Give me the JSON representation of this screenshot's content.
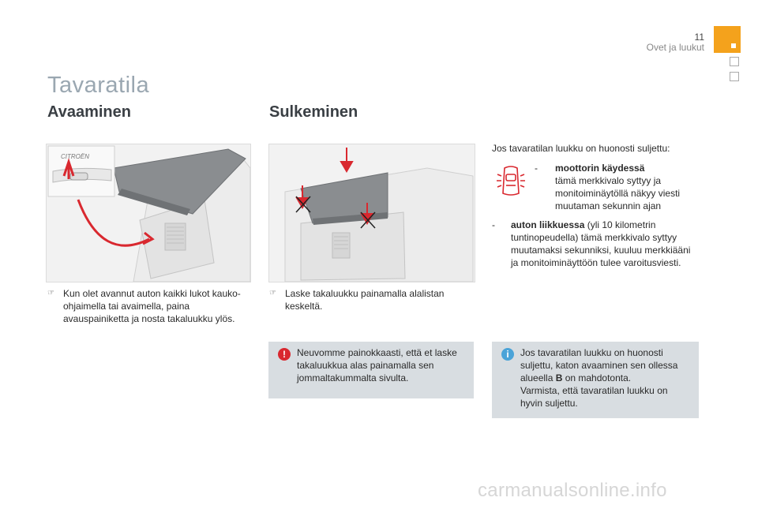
{
  "header": {
    "page_number": "11",
    "chapter": "Ovet ja luukut",
    "accent_color": "#f4a21c"
  },
  "title": "Tavaratila",
  "opening": {
    "heading": "Avaaminen",
    "illustration": "tailgate-opening-illustration",
    "badge_text": "CITROËN",
    "instruction": "Kun olet avannut auton kaikki lukot kauko-ohjaimella tai avaimella, paina avauspainiketta ja nosta takaluukku ylös."
  },
  "closing": {
    "heading": "Sulkeminen",
    "illustration": "tailgate-closing-illustration",
    "instruction": "Laske takaluukku painamalla alalistan keskeltä.",
    "warning": "Neuvomme painokkaasti, että et laske takaluukkua alas painamalla sen jommaltakummalta sivulta."
  },
  "status": {
    "intro": "Jos tavaratilan luukku on huonosti suljettu:",
    "items": [
      {
        "dash": "-",
        "label": "moottorin käydessä",
        "text": "tämä merkkivalo syttyy ja monitoiminäytöllä näkyy viesti muutaman sekunnin ajan"
      },
      {
        "dash": "-",
        "label": "auton liikkuessa",
        "text": " (yli 10 kilometrin tuntinopeudella) tämä merkkivalo syttyy muutamaksi sekunniksi, kuuluu merkkiääni ja monitoiminäyttöön tulee varoitusviesti."
      }
    ],
    "info_line1": "Jos tavaratilan luukku on huonosti suljettu, katon avaaminen sen ollessa alueella ",
    "info_bold": "B",
    "info_line2": " on mahdotonta.",
    "info_line3": "Varmista, että tavaratilan luukku on hyvin suljettu."
  },
  "icons": {
    "bullet": "finger-bullet-icon",
    "warning": "exclamation-icon",
    "info": "info-icon",
    "warning_lamp": "open-boot-warning-lamp-icon"
  },
  "colors": {
    "warning_red": "#d9282f",
    "info_blue": "#4aa3d8",
    "note_bg": "#d8dde1"
  },
  "watermark": "carmanualsonline.info"
}
